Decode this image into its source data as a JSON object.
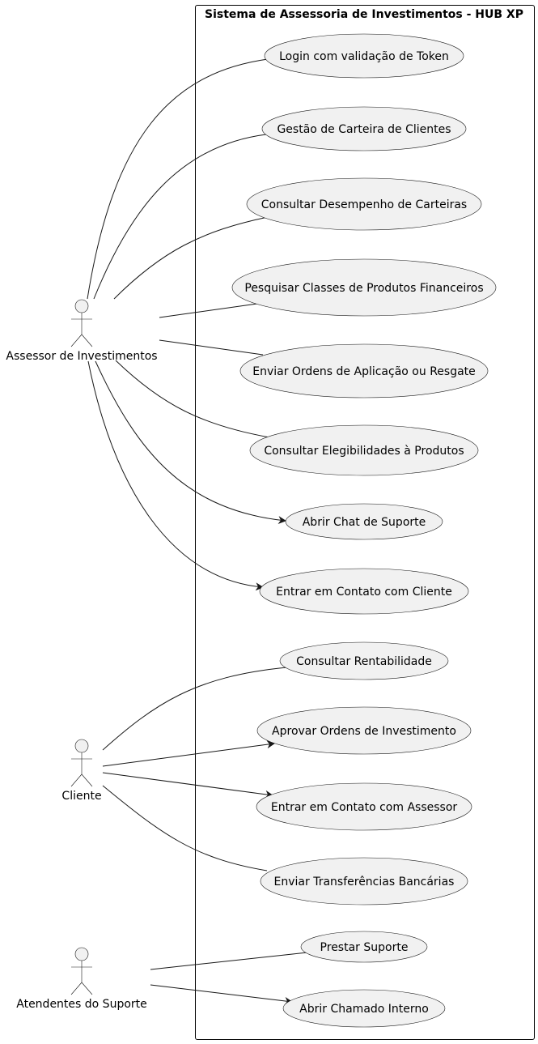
{
  "system": {
    "title": "Sistema de Assessoria de Investimentos - HUB XP"
  },
  "actors": [
    {
      "id": "assessor",
      "label": "Assessor de Investimentos"
    },
    {
      "id": "cliente",
      "label": "Cliente"
    },
    {
      "id": "suporte",
      "label": "Atendentes do Suporte"
    }
  ],
  "use_cases": [
    {
      "id": "uc1",
      "label": "Login com validação de Token"
    },
    {
      "id": "uc2",
      "label": "Gestão de Carteira de Clientes"
    },
    {
      "id": "uc3",
      "label": "Consultar Desempenho de Carteiras"
    },
    {
      "id": "uc4",
      "label": "Pesquisar Classes de Produtos Financeiros"
    },
    {
      "id": "uc5",
      "label": "Enviar Ordens de Aplicação ou Resgate"
    },
    {
      "id": "uc6",
      "label": "Consultar Elegibilidades à Produtos"
    },
    {
      "id": "uc7",
      "label": "Abrir Chat de Suporte"
    },
    {
      "id": "uc8",
      "label": "Entrar em Contato com Cliente"
    },
    {
      "id": "uc9",
      "label": "Consultar Rentabilidade"
    },
    {
      "id": "uc10",
      "label": "Aprovar Ordens de Investimento"
    },
    {
      "id": "uc11",
      "label": "Entrar em Contato com Assessor"
    },
    {
      "id": "uc12",
      "label": "Enviar Transferências Bancárias"
    },
    {
      "id": "uc13",
      "label": "Prestar Suporte"
    },
    {
      "id": "uc14",
      "label": "Abrir Chamado Interno"
    }
  ],
  "associations": [
    {
      "from": "assessor",
      "to": "uc1",
      "arrow": false
    },
    {
      "from": "assessor",
      "to": "uc2",
      "arrow": false
    },
    {
      "from": "assessor",
      "to": "uc3",
      "arrow": false
    },
    {
      "from": "assessor",
      "to": "uc4",
      "arrow": false
    },
    {
      "from": "assessor",
      "to": "uc5",
      "arrow": false
    },
    {
      "from": "assessor",
      "to": "uc6",
      "arrow": false
    },
    {
      "from": "assessor",
      "to": "uc7",
      "arrow": true
    },
    {
      "from": "assessor",
      "to": "uc8",
      "arrow": true
    },
    {
      "from": "cliente",
      "to": "uc9",
      "arrow": false
    },
    {
      "from": "cliente",
      "to": "uc10",
      "arrow": true
    },
    {
      "from": "cliente",
      "to": "uc11",
      "arrow": true
    },
    {
      "from": "cliente",
      "to": "uc12",
      "arrow": false
    },
    {
      "from": "suporte",
      "to": "uc13",
      "arrow": false
    },
    {
      "from": "suporte",
      "to": "uc14",
      "arrow": true
    }
  ]
}
